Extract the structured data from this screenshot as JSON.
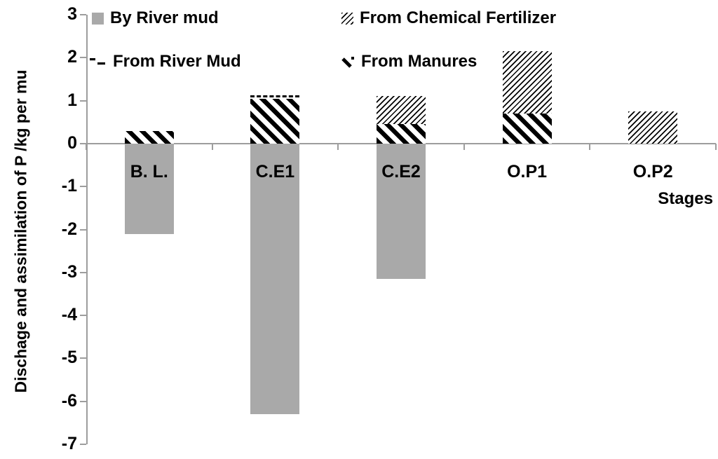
{
  "chart_data": {
    "type": "bar",
    "title": "",
    "ylabel": "Dischage and assimilation of P /kg per mu",
    "xlabel": "Stages",
    "categories": [
      "B. L.",
      "C.E1",
      "C.E2",
      "O.P1",
      "O.P2"
    ],
    "ylim": [
      -7,
      3
    ],
    "yticks": [
      3,
      2,
      1,
      0,
      -1,
      -2,
      -3,
      -4,
      -5,
      -6,
      -7
    ],
    "grid": false,
    "legend_position": "top, two columns, two rows",
    "series": [
      {
        "name": "By River mud",
        "style": "solid-gray",
        "values": [
          -2.1,
          -6.3,
          -3.15,
          0,
          0
        ]
      },
      {
        "name": "From Manures",
        "style": "bold-backslash-hatch",
        "values": [
          0.3,
          1.05,
          0.45,
          0.7,
          0
        ]
      },
      {
        "name": "From Chemical Fertilizer",
        "style": "light-slash-hatch",
        "values": [
          0,
          0,
          0.65,
          1.45,
          0.75
        ]
      },
      {
        "name": "From River Mud",
        "style": "dashed-cap",
        "values": [
          0,
          0.08,
          0,
          0,
          0
        ]
      }
    ],
    "legend": [
      {
        "label": "By River mud",
        "icon": "gray-square-swatch"
      },
      {
        "label": "From Chemical Fertilizer",
        "icon": "light-diagonal-hatch-swatch"
      },
      {
        "label": "From River Mud",
        "icon": "dashed-line-swatch"
      },
      {
        "label": "From Manures",
        "icon": "bold-diagonal-hatch-swatch"
      }
    ],
    "colors": {
      "bar_gray": "#a9a9a9",
      "axis_gray": "#9d9d9d",
      "hatch_black": "#000000",
      "background": "#ffffff"
    }
  }
}
